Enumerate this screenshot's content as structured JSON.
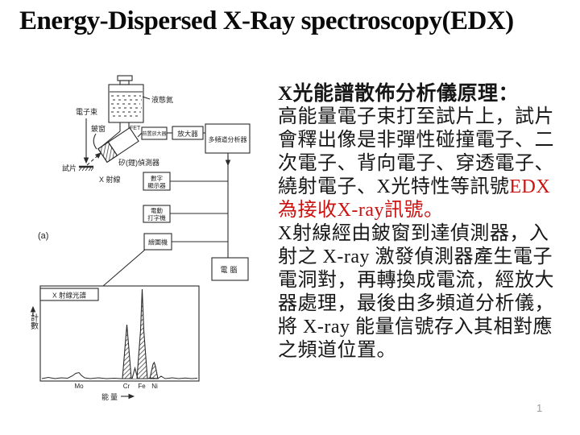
{
  "slide": {
    "title": "Energy-Dispersed X-Ray spectroscopy(EDX)",
    "page_number": "1"
  },
  "colors": {
    "accent_red": "#cc1111",
    "body_text": "#171717",
    "diagram_ink": "#2b2b2b",
    "page_number_gray": "#9a9a9a"
  },
  "main_text": {
    "heading": "X光能譜散佈分析儀原理：",
    "lines": [
      [
        {
          "t": "高能量電子束打至試片上，試片"
        }
      ],
      [
        {
          "t": "會釋出像是非彈性碰撞電子、二"
        }
      ],
      [
        {
          "t": "次電子、背向電子、穿透電子、"
        }
      ],
      [
        {
          "t": "繞射電子、X光特性等訊號"
        },
        {
          "t": "EDX",
          "red": true
        }
      ],
      [
        {
          "t": "為接收X-ray訊號。",
          "red": true
        }
      ],
      [
        {
          "t": "X射線經由鈹窗到達偵測器，入"
        }
      ],
      [
        {
          "t": "射之 X-ray 激發偵測器產生電子"
        }
      ],
      [
        {
          "t": "電洞對，再轉換成電流，經放大"
        }
      ],
      [
        {
          "t": "器處理，最後由多頻道分析儀，"
        }
      ],
      [
        {
          "t": "將 X-ray 能量信號存入其相對應"
        }
      ],
      [
        {
          "t": "之頻道位置。"
        }
      ]
    ]
  },
  "diagram": {
    "caption": "(a)",
    "labels": {
      "electron_beam": "電子束",
      "beryllium_window": "鈹窗",
      "specimen": "試片",
      "x_ray": "X 射線",
      "si_li_detector": "矽(鋰)偵測器",
      "fet": "FET",
      "liquid_nitrogen": "液態氮",
      "preamplifier": "前置放大器",
      "amplifier": "放大器",
      "multichannel_analyzer": "多頻道分析器",
      "digital_display": [
        "數字",
        "顯示器"
      ],
      "typewriter": [
        "電動",
        "打字機"
      ],
      "plotter": "繪圖機",
      "computer": "電腦"
    }
  },
  "spectrum": {
    "type": "line",
    "title": "X 射線光譜",
    "x_axis_label": "能量",
    "y_axis_label": "計數",
    "peaks": [
      {
        "element": "Mo",
        "relative_height": 0.06
      },
      {
        "element": "Cr",
        "relative_height": 0.58
      },
      {
        "element": "Fe",
        "relative_height": 1.0
      },
      {
        "element": "Ni",
        "relative_height": 0.18
      }
    ]
  }
}
